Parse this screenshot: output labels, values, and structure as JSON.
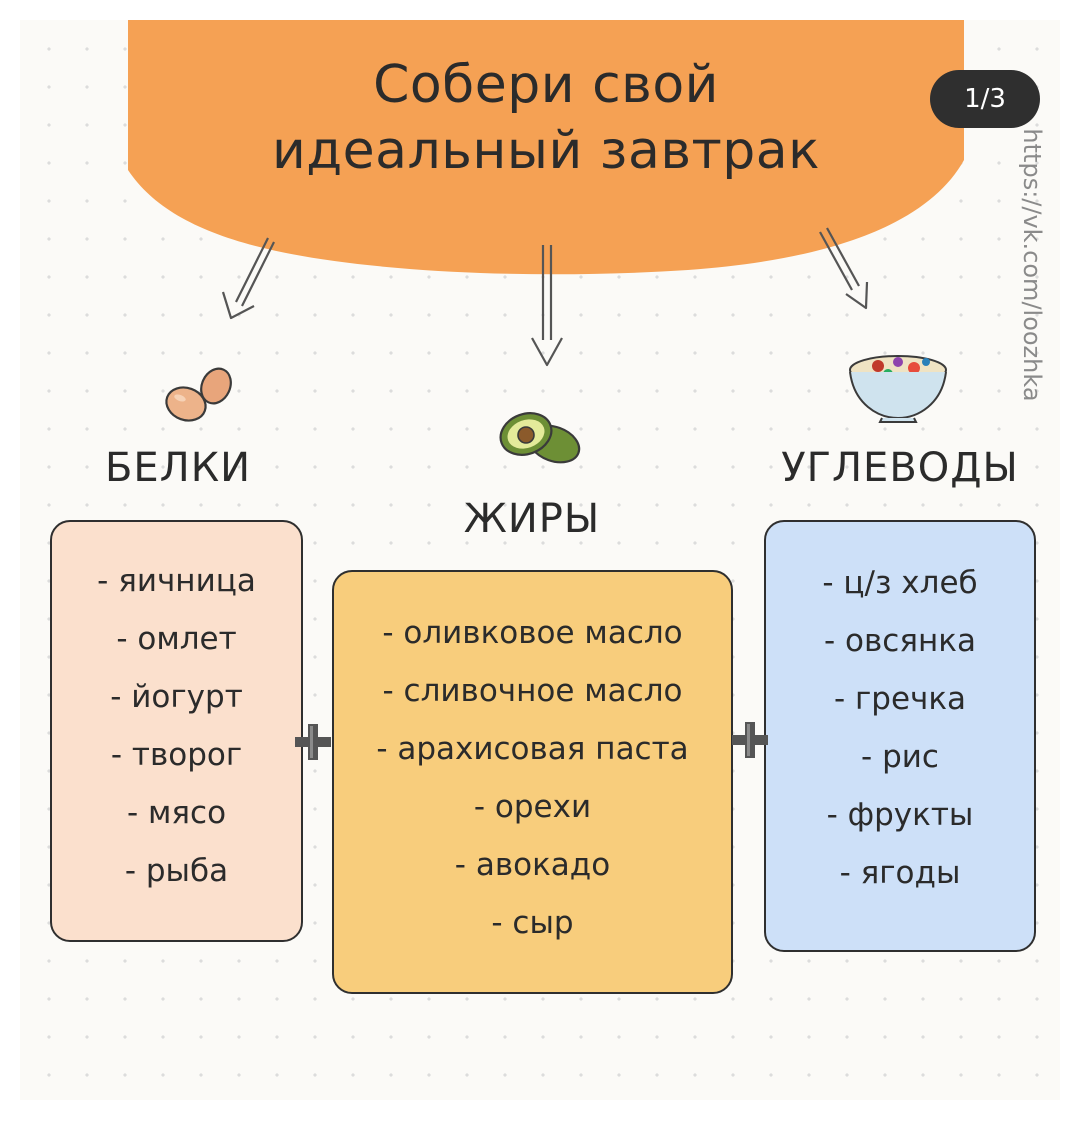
{
  "title": {
    "line1": "Собери свой",
    "line2": "идеальный завтрак"
  },
  "badge": "1/3",
  "watermark": "https://vk.com/loozhka",
  "categories": {
    "proteins": {
      "label": "БЕЛКИ",
      "icon": "eggs-icon",
      "items": [
        "- яичница",
        "- омлет",
        "- йогурт",
        "- творог",
        "- мясо",
        "- рыба"
      ]
    },
    "fats": {
      "label": "ЖИРЫ",
      "icon": "avocado-icon",
      "items": [
        "- оливковое масло",
        "- сливочное масло",
        "- арахисовая паста",
        "- орехи",
        "- авокадо",
        "- сыр"
      ]
    },
    "carbs": {
      "label": "УГЛЕВОДЫ",
      "icon": "oatmeal-bowl-icon",
      "items": [
        "- ц/з хлеб",
        "- овсянка",
        "- гречка",
        "- рис",
        "- фрукты",
        "- ягоды"
      ]
    }
  },
  "colors": {
    "title_orange": "#f5a154",
    "proteins_box": "#fbe0cd",
    "fats_box": "#f8cd7c",
    "carbs_box": "#cde0f8",
    "outline": "#2f2f2f"
  }
}
